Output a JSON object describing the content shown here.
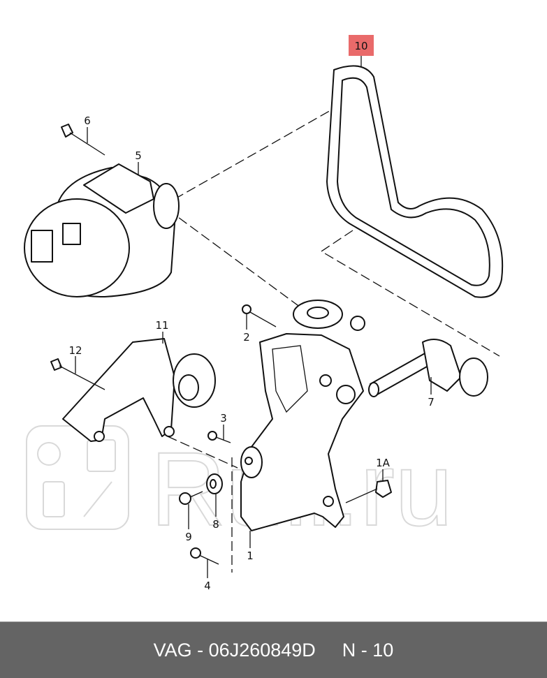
{
  "diagram": {
    "highlight_color": "#e96a6a",
    "callouts": [
      {
        "id": "10",
        "label": "10",
        "highlighted": true
      },
      {
        "id": "6",
        "label": "6"
      },
      {
        "id": "5",
        "label": "5"
      },
      {
        "id": "11",
        "label": "11"
      },
      {
        "id": "12",
        "label": "12"
      },
      {
        "id": "2",
        "label": "2"
      },
      {
        "id": "3",
        "label": "3"
      },
      {
        "id": "1A",
        "label": "1A"
      },
      {
        "id": "7",
        "label": "7"
      },
      {
        "id": "8",
        "label": "8"
      },
      {
        "id": "9",
        "label": "9"
      },
      {
        "id": "1",
        "label": "1"
      },
      {
        "id": "4",
        "label": "4"
      }
    ],
    "watermark": "Ruli.ru"
  },
  "footer": {
    "part_number": "VAG - 06J260849D",
    "position": "N - 10",
    "background": "#646464"
  }
}
